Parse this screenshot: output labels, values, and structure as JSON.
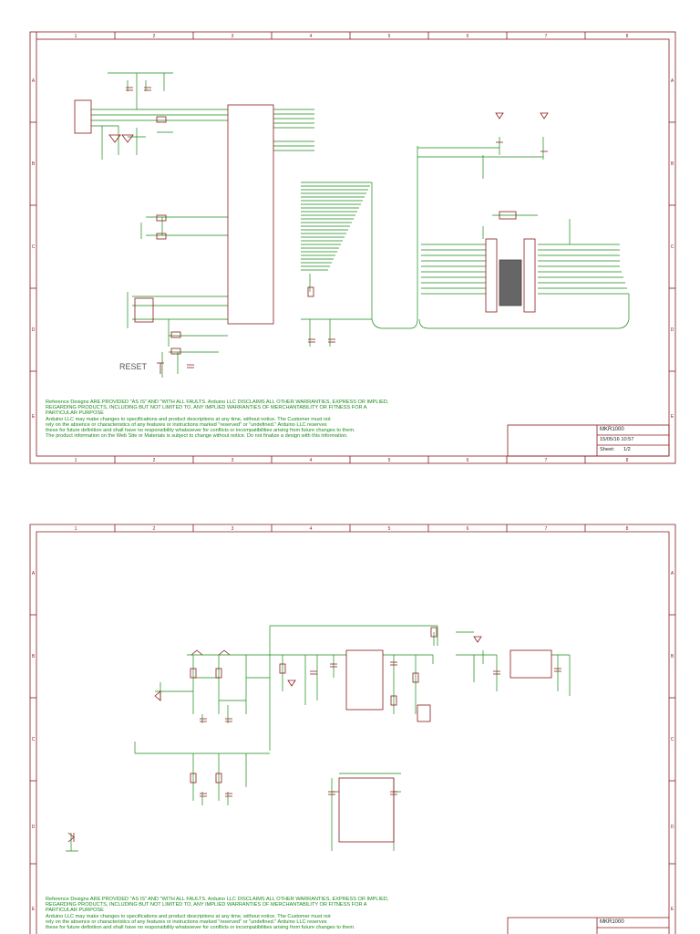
{
  "colors": {
    "frame": "#8b1a1a",
    "wire": "#1a8a1a",
    "part": "#8b1a1a",
    "text_green": "#1a8a1a",
    "text_dark": "#222222"
  },
  "frame": {
    "columns": [
      "1",
      "2",
      "3",
      "4",
      "5",
      "6",
      "7",
      "8"
    ],
    "rows": [
      "A",
      "B",
      "C",
      "D",
      "E"
    ]
  },
  "disclaimer": {
    "line1": "Reference Designs ARE PROVIDED \"AS IS\" AND \"WITH ALL FAULTS. Arduino LLC DISCLAIMS ALL OTHER WARRANTIES, EXPRESS OR IMPLIED,",
    "line2": "REGARDING PRODUCTS, INCLUDING BUT NOT LIMITED TO, ANY IMPLIED WARRANTIES OF MERCHANTABILITY OR FITNESS FOR A",
    "line3": "PARTICULAR PURPOSE",
    "line4": "Arduino LLC may make changes to specifications and product descriptions at any time, without notice. The Customer must not",
    "line5": "rely on the absence or characteristics of any features or instructions marked \"reserved\" or \"undefined.\" Arduino LLC reserves",
    "line6": "these for future definition and shall have no responsibility whatsoever for conflicts or incompatibilities arising from future changes to them.",
    "line7": "The product information on the Web Site or Materials is subject to change without notice. Do not finalize a design with this information."
  },
  "sheet1": {
    "title": "MKR1000",
    "date": "15/05/16 10:57",
    "sheet_label": "Sheet:",
    "sheet_no": "1/2",
    "reset_label": "RESET"
  },
  "sheet2": {
    "title": "MKR1000"
  }
}
